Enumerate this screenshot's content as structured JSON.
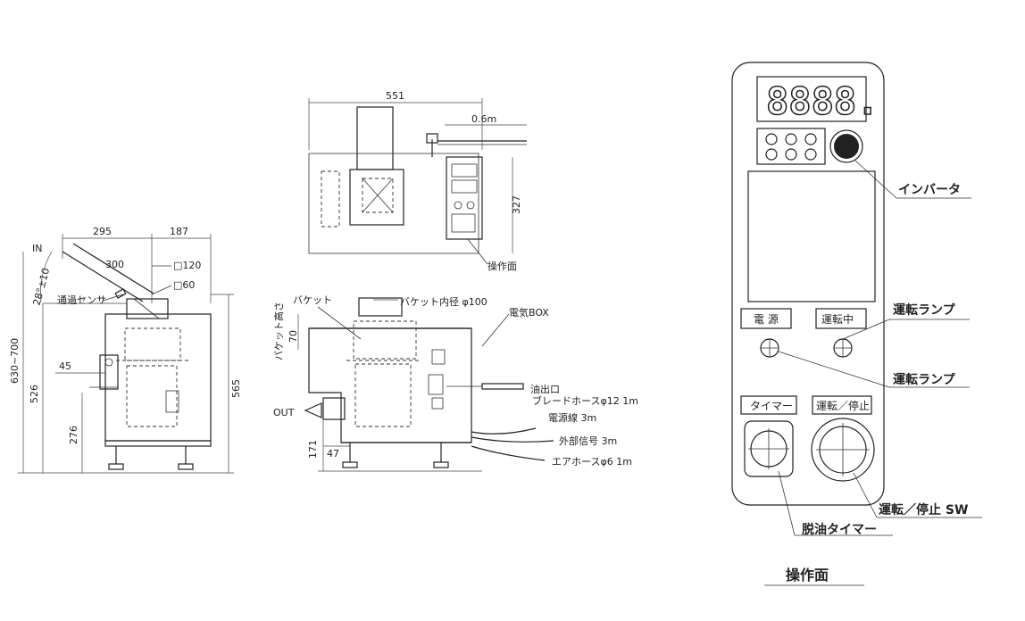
{
  "side_view": {
    "dims": {
      "w295": "295",
      "w187": "187",
      "d300": "300",
      "h630_700": "630~700",
      "h526": "526",
      "h565": "565",
      "h276": "276",
      "w45": "45"
    },
    "labels": {
      "in": "IN",
      "angle": "28°±10",
      "sensor": "通過センサ",
      "sq120": "□120",
      "sq60": "□60"
    }
  },
  "top_view": {
    "dims": {
      "w551": "551",
      "d327": "327",
      "hose": "0.6m"
    },
    "labels": {
      "panel": "操作面"
    }
  },
  "front_view": {
    "dims": {
      "h70": "70",
      "h171": "171",
      "w47": "47"
    },
    "labels": {
      "bucket": "バケット",
      "bucket_dia": "バケット内径 φ100",
      "box": "電気BOX",
      "bucket_height": "バケット高さ",
      "oil_outlet": "油出口",
      "blade_hose": "ブレードホースφ12 1m",
      "power": "電源線 3m",
      "ext_signal": "外部信号 3m",
      "air_hose": "エアホースφ6 1m",
      "out": "OUT"
    }
  },
  "control_panel": {
    "display": "8888.",
    "power_label": "電 源",
    "running_label": "運転中",
    "timer_label": "タイマー",
    "startstop_label": "運転／停止",
    "callouts": {
      "inverter": "インバータ",
      "lamp1": "運転ランプ",
      "lamp2": "運転ランプ",
      "switch": "運転／停止 SW",
      "timer": "脱油タイマー"
    },
    "caption": "操作面"
  }
}
